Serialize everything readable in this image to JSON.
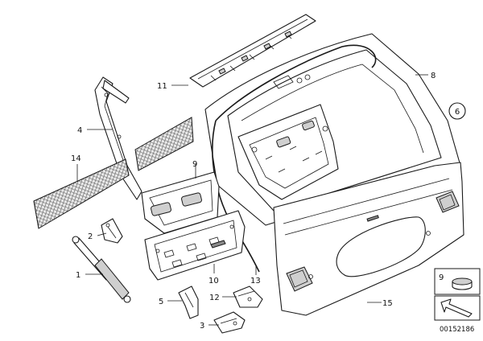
{
  "callouts": {
    "c1": "1",
    "c2": "2",
    "c3": "3",
    "c4": "4",
    "c5": "5",
    "c6": "6",
    "c8": "8",
    "c9": "9",
    "c10": "10",
    "c11": "11",
    "c12": "12",
    "c13": "13",
    "c14": "14",
    "c15": "15"
  },
  "legend_box": {
    "label": "9"
  },
  "reference_code": "00152186",
  "icons": {
    "detail_marker": "circled-number-icon",
    "rubber_plug": "cap-plug-icon",
    "view_arrow": "arrow-indicator-icon"
  }
}
